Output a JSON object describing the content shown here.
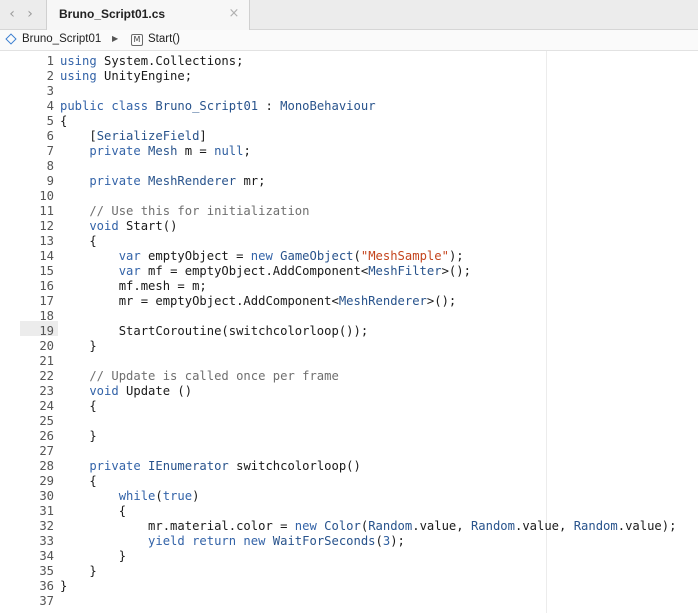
{
  "tab": {
    "title": "Bruno_Script01.cs",
    "close_icon": "×",
    "back_icon": "‹",
    "forward_icon": "›"
  },
  "breadcrumb": {
    "file": "Bruno_Script01",
    "separator": "▶",
    "method": "Start()",
    "method_icon_letter": "M"
  },
  "editor": {
    "current_line": 19,
    "colors": {
      "keyword": "#3363a8",
      "type": "#28538c",
      "string": "#c4441d",
      "comment": "#6f6f6f",
      "number": "#2f5fa0",
      "text": "#1a1a1a"
    },
    "lines": [
      {
        "n": "1",
        "tokens": [
          [
            "k",
            "using"
          ],
          [
            "",
            "System.Collections;"
          ]
        ]
      },
      {
        "n": "2",
        "tokens": [
          [
            "k",
            "using"
          ],
          [
            "",
            "UnityEngine;"
          ]
        ]
      },
      {
        "n": "3",
        "tokens": []
      },
      {
        "n": "4",
        "tokens": [
          [
            "k",
            "public class"
          ],
          [
            "t",
            "Bruno_Script01"
          ],
          [
            "",
            ":"
          ],
          [
            "t",
            "MonoBehaviour"
          ]
        ]
      },
      {
        "n": "5",
        "tokens": [
          [
            "",
            "{"
          ]
        ]
      },
      {
        "n": "6",
        "tokens": [
          [
            "",
            "    ["
          ],
          [
            "t",
            "SerializeField"
          ],
          [
            "",
            "]"
          ]
        ]
      },
      {
        "n": "7",
        "tokens": [
          [
            "k",
            "    private"
          ],
          [
            "t",
            "Mesh"
          ],
          [
            "",
            "m ="
          ],
          [
            "n",
            "null"
          ],
          [
            "",
            ";"
          ]
        ]
      },
      {
        "n": "8",
        "tokens": []
      },
      {
        "n": "9",
        "tokens": [
          [
            "k",
            "    private"
          ],
          [
            "t",
            "MeshRenderer"
          ],
          [
            "",
            "mr;"
          ]
        ]
      },
      {
        "n": "10",
        "tokens": []
      },
      {
        "n": "11",
        "tokens": [
          [
            "c",
            "    // Use this for initialization"
          ]
        ]
      },
      {
        "n": "12",
        "tokens": [
          [
            "k",
            "    void"
          ],
          [
            "",
            "Start()"
          ]
        ]
      },
      {
        "n": "13",
        "tokens": [
          [
            "",
            "    {"
          ]
        ]
      },
      {
        "n": "14",
        "tokens": [
          [
            "k",
            "        var"
          ],
          [
            "",
            "emptyObject ="
          ],
          [
            "k",
            "new"
          ],
          [
            "t",
            "GameObject"
          ],
          [
            "",
            "("
          ],
          [
            "s",
            "\"MeshSample\""
          ],
          [
            "",
            ");"
          ]
        ]
      },
      {
        "n": "15",
        "tokens": [
          [
            "k",
            "        var"
          ],
          [
            "",
            "mf = emptyObject.AddComponent<"
          ],
          [
            "t",
            "MeshFilter"
          ],
          [
            "",
            ">();"
          ]
        ]
      },
      {
        "n": "16",
        "tokens": [
          [
            "",
            "        mf.mesh = m;"
          ]
        ]
      },
      {
        "n": "17",
        "tokens": [
          [
            "",
            "        mr = emptyObject.AddComponent<"
          ],
          [
            "t",
            "MeshRenderer"
          ],
          [
            "",
            ">();"
          ]
        ]
      },
      {
        "n": "18",
        "tokens": []
      },
      {
        "n": "19",
        "tokens": [
          [
            "",
            "        StartCoroutine(switchcolorloop());"
          ]
        ]
      },
      {
        "n": "20",
        "tokens": [
          [
            "",
            "    }"
          ]
        ]
      },
      {
        "n": "21",
        "tokens": []
      },
      {
        "n": "22",
        "tokens": [
          [
            "c",
            "    // Update is called once per frame"
          ]
        ]
      },
      {
        "n": "23",
        "tokens": [
          [
            "k",
            "    void"
          ],
          [
            "",
            "Update ()"
          ]
        ]
      },
      {
        "n": "24",
        "tokens": [
          [
            "",
            "    {"
          ]
        ]
      },
      {
        "n": "25",
        "tokens": []
      },
      {
        "n": "26",
        "tokens": [
          [
            "",
            "    }"
          ]
        ]
      },
      {
        "n": "27",
        "tokens": []
      },
      {
        "n": "28",
        "tokens": [
          [
            "k",
            "    private"
          ],
          [
            "t",
            "IEnumerator"
          ],
          [
            "",
            "switchcolorloop()"
          ]
        ]
      },
      {
        "n": "29",
        "tokens": [
          [
            "",
            "    {"
          ]
        ]
      },
      {
        "n": "30",
        "tokens": [
          [
            "k",
            "        while"
          ],
          [
            "",
            "("
          ],
          [
            "k",
            "true"
          ],
          [
            "",
            ")"
          ]
        ]
      },
      {
        "n": "31",
        "tokens": [
          [
            "",
            "        {"
          ]
        ]
      },
      {
        "n": "32",
        "tokens": [
          [
            "",
            "            mr.material.color ="
          ],
          [
            "k",
            "new"
          ],
          [
            "t",
            "Color"
          ],
          [
            "",
            "("
          ],
          [
            "t",
            "Random"
          ],
          [
            "",
            ".value,"
          ],
          [
            "t",
            "Random"
          ],
          [
            "",
            ".value,"
          ],
          [
            "t",
            "Random"
          ],
          [
            "",
            ".value);"
          ]
        ]
      },
      {
        "n": "33",
        "tokens": [
          [
            "k",
            "            yield return new"
          ],
          [
            "t",
            "WaitForSeconds"
          ],
          [
            "",
            "("
          ],
          [
            "n",
            "3"
          ],
          [
            "",
            ");"
          ]
        ]
      },
      {
        "n": "34",
        "tokens": [
          [
            "",
            "        }"
          ]
        ]
      },
      {
        "n": "35",
        "tokens": [
          [
            "",
            "    }"
          ]
        ]
      },
      {
        "n": "36",
        "tokens": [
          [
            "",
            "}"
          ]
        ]
      },
      {
        "n": "37",
        "tokens": []
      }
    ]
  }
}
